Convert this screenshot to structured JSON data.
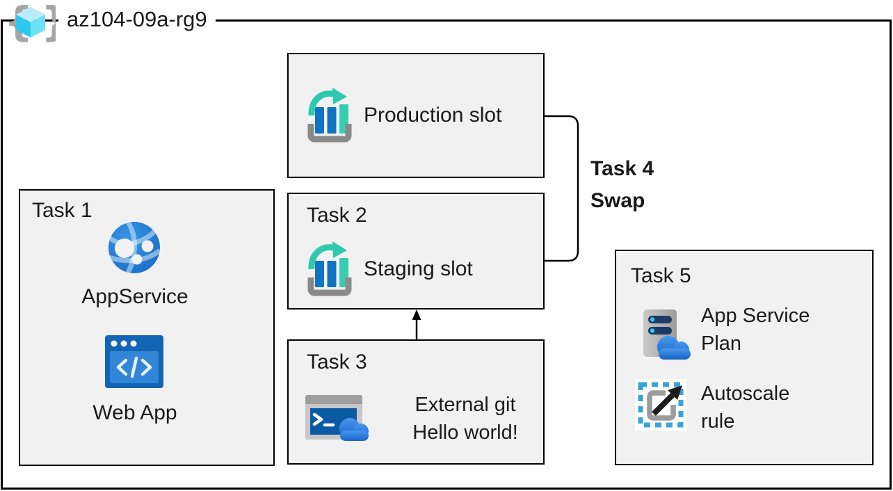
{
  "frame": {
    "resource_group": "az104-09a-rg9"
  },
  "nodes": {
    "production_slot": {
      "label": "Production slot"
    },
    "task2": {
      "title": "Task 2",
      "label": "Staging slot"
    },
    "task3": {
      "title": "Task 3",
      "caption_line1": "External git",
      "caption_line2": "Hello world!"
    },
    "task1": {
      "title": "Task 1",
      "items": [
        {
          "icon": "app-service-globe-icon",
          "label": "AppService"
        },
        {
          "icon": "web-app-icon",
          "label": "Web App"
        }
      ]
    },
    "task5": {
      "title": "Task 5",
      "items": [
        {
          "icon": "app-service-plan-icon",
          "label": "App Service Plan"
        },
        {
          "icon": "autoscale-rule-icon",
          "label": "Autoscale rule"
        }
      ]
    }
  },
  "connections": {
    "task4": {
      "title": "Task 4",
      "label": "Swap"
    },
    "task3_to_task2": {
      "type": "arrow-up"
    }
  },
  "icons": {
    "resource_group": "resource-group-icon",
    "slots": "deployment-slot-icon",
    "task3": "cloud-shell-icon"
  },
  "colors": {
    "box_fill": "#f1f1f1",
    "border": "#000000",
    "azure_blue": "#1266c2",
    "bar_blue": "#1173c4",
    "teal": "#2fc9ad",
    "cube_cyan": "#50e6ff",
    "gray": "#9e9e9e",
    "text": "#1a1a1a"
  }
}
